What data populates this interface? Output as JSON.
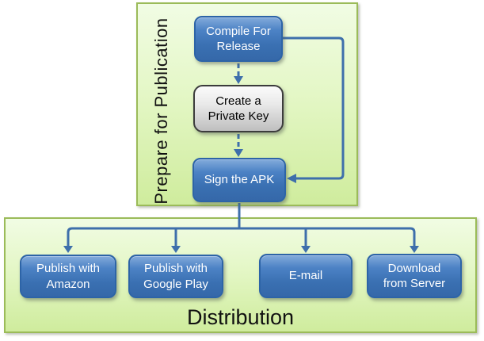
{
  "diagram": {
    "sections": {
      "prepare": {
        "label": "Prepare for Publication"
      },
      "distribution": {
        "label": "Distribution"
      }
    },
    "nodes": {
      "compile": {
        "label": "Compile For Release",
        "style": "blue"
      },
      "create_key": {
        "label": "Create a Private Key",
        "style": "gray"
      },
      "sign_apk": {
        "label": "Sign the APK",
        "style": "blue"
      },
      "amazon": {
        "label": "Publish with Amazon",
        "style": "blue"
      },
      "google_play": {
        "label": "Publish with Google Play",
        "style": "blue"
      },
      "email": {
        "label": "E-mail",
        "style": "blue"
      },
      "download": {
        "label": "Download from Server",
        "style": "blue"
      }
    },
    "connections": [
      {
        "from": "compile",
        "to": "create_key",
        "style": "dashed-arrow"
      },
      {
        "from": "create_key",
        "to": "sign_apk",
        "style": "dashed-arrow"
      },
      {
        "from": "compile",
        "to": "sign_apk",
        "style": "solid-arrow-right-loop"
      },
      {
        "from": "sign_apk",
        "to": "amazon",
        "style": "solid-arrow"
      },
      {
        "from": "sign_apk",
        "to": "google_play",
        "style": "solid-arrow"
      },
      {
        "from": "sign_apk",
        "to": "email",
        "style": "solid-arrow"
      },
      {
        "from": "sign_apk",
        "to": "download",
        "style": "solid-arrow"
      }
    ],
    "colors": {
      "section_border": "#9bbb59",
      "section_fill_top": "#f1fce4",
      "section_fill_bottom": "#cfec9d",
      "node_blue_border": "#2d64a7",
      "node_blue_fill_top": "#83abdb",
      "node_blue_fill_bottom": "#3568a9",
      "node_gray_border": "#3c3c3c",
      "node_gray_fill_top": "#fbfbfb",
      "node_gray_fill_bottom": "#bfbfbf",
      "connector": "#3e6fab",
      "text_on_blue": "#ffffff",
      "text_dark": "#111111",
      "page_background": "#ffffff"
    }
  }
}
